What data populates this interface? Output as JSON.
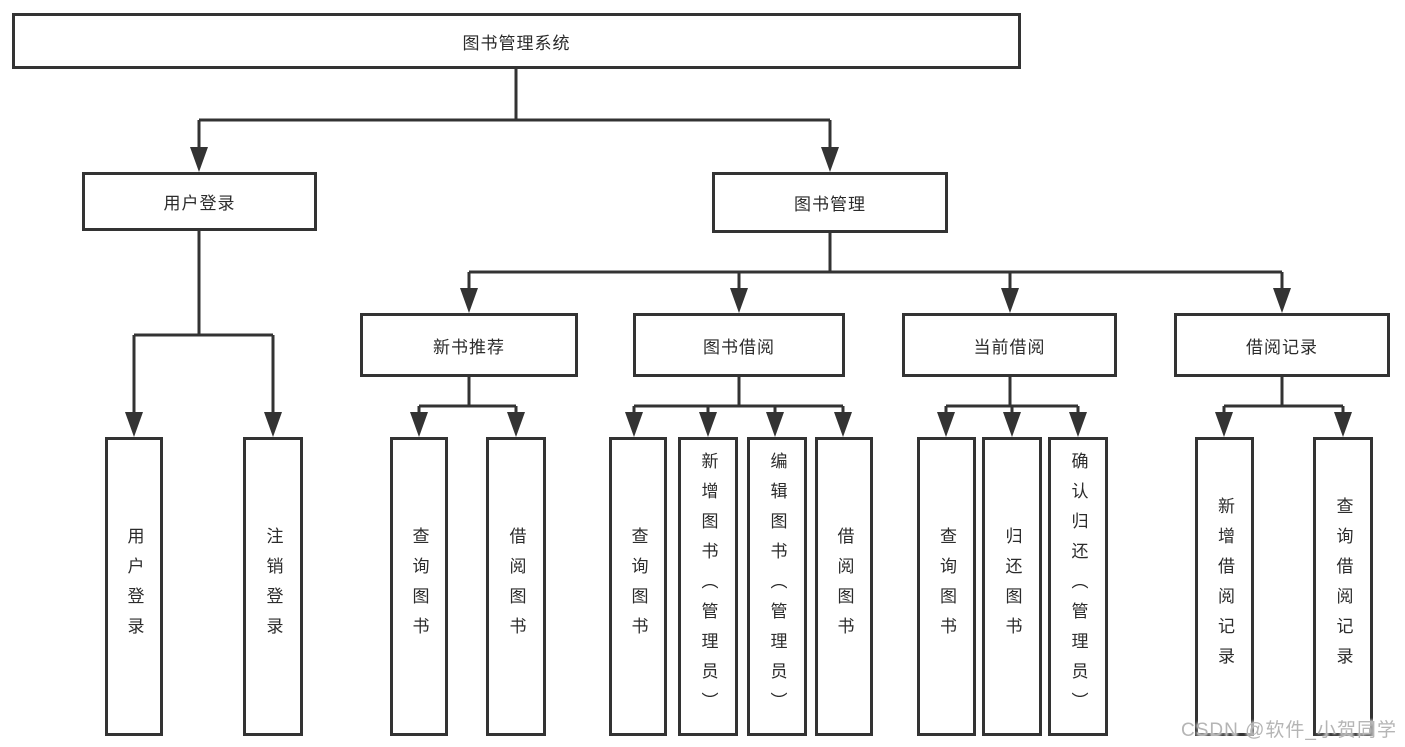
{
  "diagram": {
    "title": "图书管理系统",
    "hierarchy": {
      "root": {
        "label": "图书管理系统"
      },
      "branches": [
        {
          "label": "用户登录",
          "children": [
            "用户登录",
            "注销登录"
          ]
        },
        {
          "label": "图书管理",
          "groups": [
            {
              "label": "新书推荐",
              "children": [
                "查询图书",
                "借阅图书"
              ]
            },
            {
              "label": "图书借阅",
              "children": [
                "查询图书",
                "新增图书（管理员）",
                "编辑图书（管理员）",
                "借阅图书"
              ]
            },
            {
              "label": "当前借阅",
              "children": [
                "查询图书",
                "归还图书",
                "确认归还（管理员）"
              ]
            },
            {
              "label": "借阅记录",
              "children": [
                "新增借阅记录",
                "查询借阅记录"
              ]
            }
          ]
        }
      ]
    }
  },
  "watermark": {
    "text": "CSDN @软件_小贺同学"
  },
  "colors": {
    "line": "#333333",
    "box_border": "#333333",
    "text": "#2b2b2b",
    "background": "#ffffff",
    "watermark": "#b5b5b5"
  }
}
